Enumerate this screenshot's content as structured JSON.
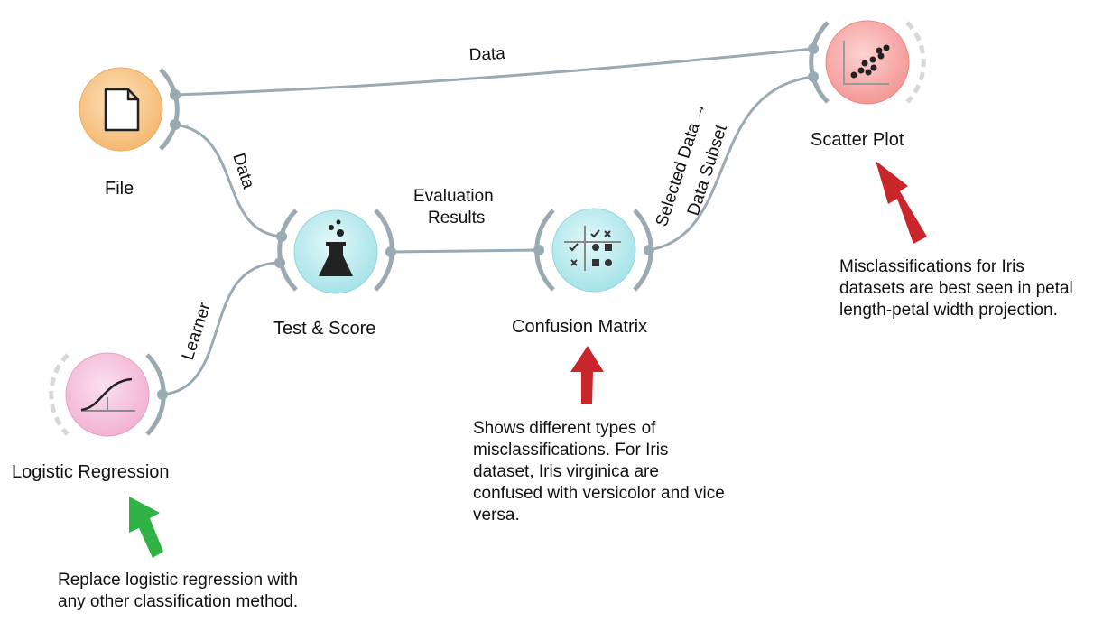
{
  "widgets": {
    "file": {
      "label": "File",
      "icon": "file-icon"
    },
    "test_score": {
      "label": "Test & Score",
      "icon": "flask-icon"
    },
    "confusion_matrix": {
      "label": "Confusion Matrix",
      "icon": "confusion-matrix-icon"
    },
    "scatter_plot": {
      "label": "Scatter Plot",
      "icon": "scatter-plot-icon"
    },
    "logistic_regression": {
      "label": "Logistic Regression",
      "icon": "sigmoid-curve-icon"
    }
  },
  "links": {
    "file_to_scatter": "Data",
    "file_to_test": "Data",
    "learner_to_test": "Learner",
    "test_to_cm_line1": "Evaluation",
    "test_to_cm_line2": "Results",
    "cm_to_scatter_line1": "Selected Data →",
    "cm_to_scatter_line2": "Data Subset"
  },
  "notes": {
    "scatter": "Misclassifications for Iris datasets are best seen in petal length-petal width projection.",
    "confusion": "Shows different types of misclassifications. For Iris dataset, Iris virginica are confused with versicolor and vice versa.",
    "logistic": "Replace logistic regression with any other classification method."
  },
  "colors": {
    "file": "#f9c98a",
    "test_score": "#b9ecef",
    "confusion_matrix": "#b9ecef",
    "scatter_plot": "#f7a9a8",
    "logistic_regression": "#f6c2dc",
    "link": "#9aaab3",
    "arrow_red": "#c9262c",
    "arrow_green": "#2fb344"
  }
}
